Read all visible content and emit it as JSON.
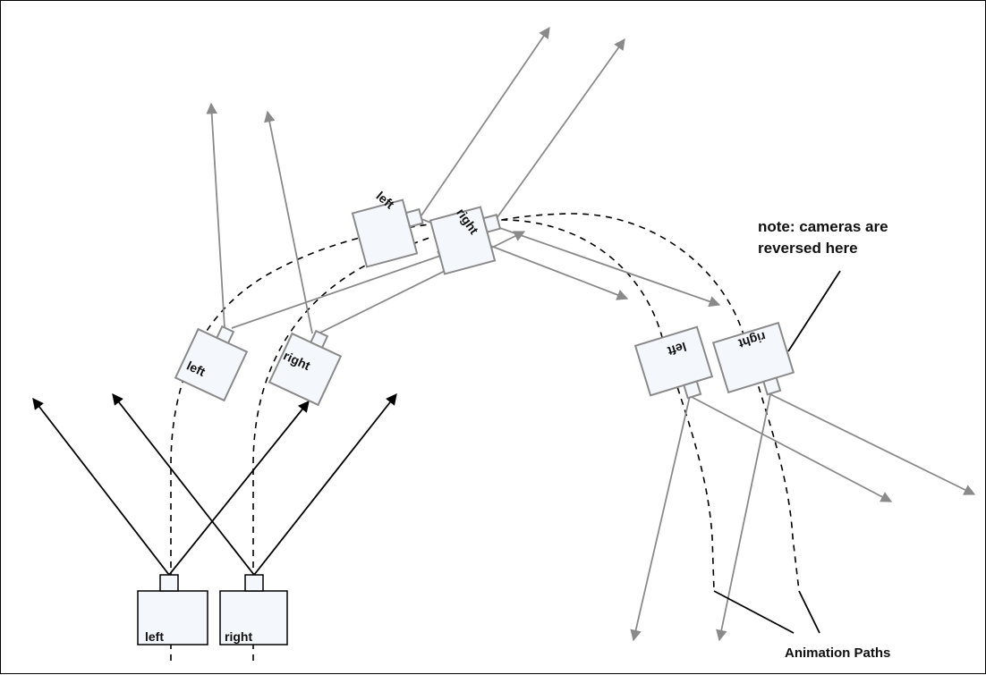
{
  "diagram": {
    "cameras": {
      "bottom_left": "left",
      "bottom_right": "right",
      "tilted_left": "left",
      "tilted_right": "right",
      "top_left": "left",
      "top_right": "right",
      "reversed_left": "left",
      "reversed_right": "right"
    },
    "note_line1": "note: cameras are",
    "note_line2": "reversed here",
    "animation_paths_label": "Animation Paths"
  },
  "colors": {
    "black": "#000000",
    "gray": "#8a8a8a",
    "camera_fill": "#f4f7fb"
  }
}
